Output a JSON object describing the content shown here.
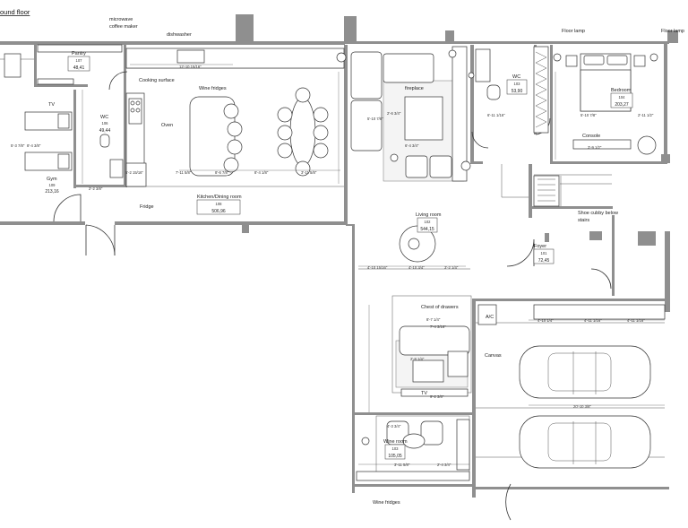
{
  "sheet_title": "ound floor",
  "rooms": {
    "pantry": {
      "name": "Pantry",
      "num": "107",
      "area": "48,41"
    },
    "wc_left": {
      "name": "WC",
      "num": "106",
      "area": "49,44"
    },
    "gym": {
      "name": "Gym",
      "num": "109",
      "area": "213,16"
    },
    "kitchen": {
      "name": "Kitchen/Dining room",
      "num": "108",
      "area": "506,96"
    },
    "living": {
      "name": "Living room",
      "num": "102",
      "area": "544,15"
    },
    "wc_right": {
      "name": "WC",
      "num": "103",
      "area": "53,90"
    },
    "bedroom": {
      "name": "Bedroom",
      "num": "104",
      "area": "203,27"
    },
    "foyer": {
      "name": "Foyer",
      "num": "101",
      "area": "72,45"
    },
    "wine": {
      "name": "Wine room",
      "num": "103",
      "area": "105,05"
    }
  },
  "labels": {
    "microwave": "microwave",
    "coffee": "coffee maker",
    "dishwasher": "dishwasher",
    "cooking": "Cooking surface",
    "wine_fridges": "Wine fridges",
    "oven": "Oven",
    "fridge": "Fridge",
    "tv_left": "TV",
    "fireplace": "fireplace",
    "floor_lamp_1": "Floor lamp",
    "floor_lamp_2": "Floor lamp",
    "console": "Console",
    "shoe": "Shoe cubby below",
    "stairs": "stairs",
    "chest": "Chest of drawers",
    "tv_bottom": "TV",
    "canvas": "Canvas",
    "ac": "A/C",
    "wine_fridges_bottom": "Wine fridges"
  },
  "dims": {
    "d01": "12'-10 15/16\"",
    "d02": "8'-6 7/8\"",
    "d03": "7'-11 5/8\"",
    "d04": "5'-2 15/16\"",
    "d05": "8'-4 1/8\"",
    "d06": "3'-11 5/8\"",
    "d07": "4'-10 15/16\"",
    "d08": "4'-10 3/4\"",
    "d09": "3'-2 1/4\"",
    "d10": "6'-4 3/4\"",
    "d11": "5'-10 7/8\"",
    "d12": "6'-11 1/16\"",
    "d13": "4'-10 1/4\"",
    "d14": "4'-11 1/16\"",
    "d15": "20'-10 3/8\"",
    "d16": "4'-11 1/16\"",
    "d17": "8'-7 1/4\"",
    "d18": "9'-2 3/8\"",
    "d19": "2'-8 1/4\"",
    "d20": "3'-11 5/8\"",
    "d21": "2'-4 3/4\"",
    "d22": "4'-3 3/4\"",
    "d23": "2'-2 3/8\"",
    "d24": "8'-4 3/8\"",
    "d25": "5'-3 7/8\"",
    "d26": "2'-6 3/4\"",
    "d27": "5'-10 7/8\"",
    "d28": "2'-11 1/2\"",
    "d29": "3'-9 1/2\"",
    "d30": "7'-4 3/16\""
  }
}
